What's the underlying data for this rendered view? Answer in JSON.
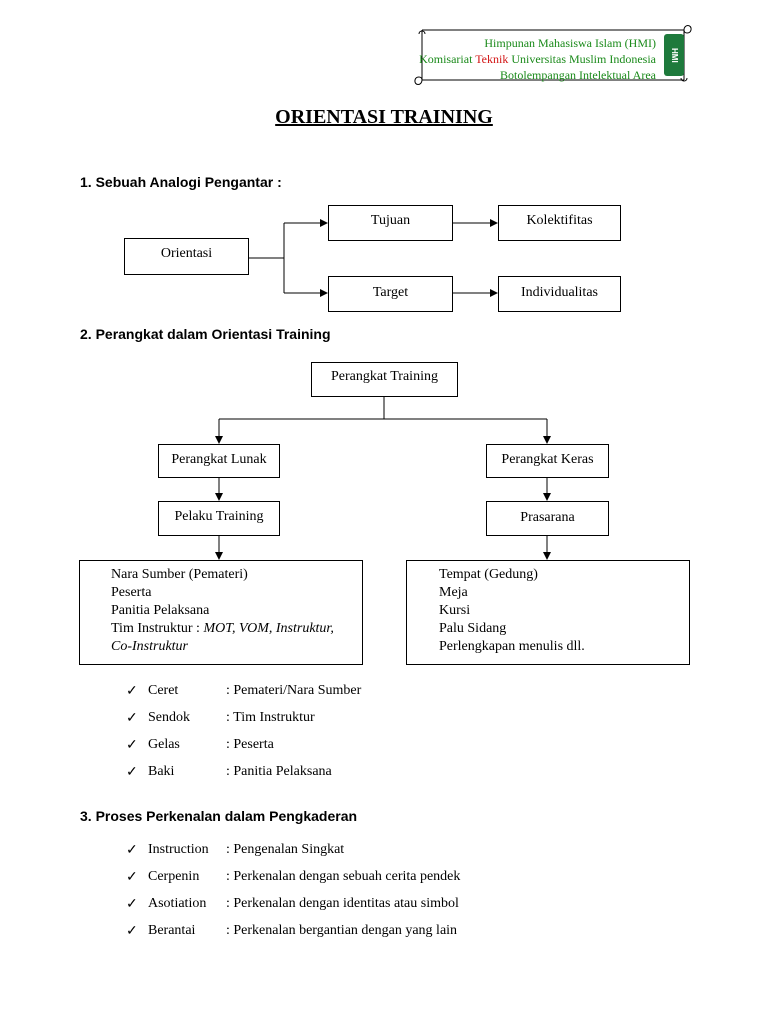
{
  "header": {
    "line1": "Himpunan Mahasiswa Islam (HMI)",
    "line2_a": "Komisariat ",
    "line2_b": "Teknik",
    "line2_c": " Universitas Muslim Indonesia",
    "line3": "Botolempangan Intelektual Area",
    "logo_text": "HMI",
    "colors": {
      "green": "#1a8a1a",
      "red": "#d21414",
      "logo": "#1e7a3c"
    }
  },
  "title": "ORIENTASI TRAINING",
  "section1": {
    "heading": "1.  Sebuah Analogi Pengantar :",
    "root": "Orientasi",
    "tujuan": "Tujuan",
    "target": "Target",
    "kolektifitas": "Kolektifitas",
    "individualitas": "Individualitas"
  },
  "section2": {
    "heading": "2. Perangkat dalam Orientasi Training",
    "root": "Perangkat Training",
    "lunak": "Perangkat Lunak",
    "keras": "Perangkat Keras",
    "pelaku": "Pelaku Training",
    "prasarana": "Prasarana",
    "left_list": {
      "l1": "Nara Sumber (Pemateri)",
      "l2": "Peserta",
      "l3": "Panitia Pelaksana",
      "l4a": "Tim Instruktur : ",
      "l4b": "MOT, VOM, Instruktur,",
      "l5": "Co-Instruktur"
    },
    "right_list": [
      "Tempat (Gedung)",
      "Meja",
      "Kursi",
      "Palu Sidang",
      "Perlengkapan menulis dll."
    ],
    "analogy": [
      {
        "term": "Ceret",
        "def": ": Pemateri/Nara Sumber"
      },
      {
        "term": "Sendok",
        "def": ": Tim Instruktur"
      },
      {
        "term": "Gelas",
        "def": ": Peserta"
      },
      {
        "term": "Baki",
        "def": ": Panitia Pelaksana"
      }
    ]
  },
  "section3": {
    "heading": "3. Proses Perkenalan dalam Pengkaderan",
    "items": [
      {
        "term": "Instruction",
        "def": ": Pengenalan Singkat"
      },
      {
        "term": "Cerpenin",
        "def": ": Perkenalan dengan sebuah cerita pendek"
      },
      {
        "term": "Asotiation",
        "def": ": Perkenalan dengan identitas atau simbol"
      },
      {
        "term": "Berantai",
        "def": ": Perkenalan bergantian dengan yang lain"
      }
    ]
  },
  "check_glyph": "✓"
}
